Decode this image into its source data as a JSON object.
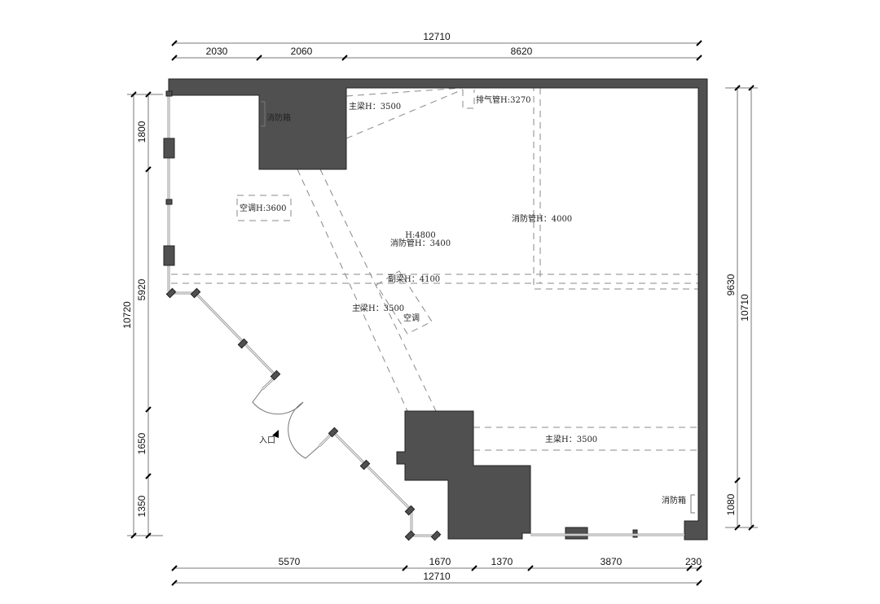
{
  "dimensions": {
    "top_total": "12710",
    "top_segments": [
      "2030",
      "2060",
      "8620"
    ],
    "bottom_segments": [
      "5570",
      "1670",
      "1370",
      "3870",
      "230"
    ],
    "bottom_total": "12710",
    "left_total": "10720",
    "left_segments": [
      "1800",
      "5920",
      "1650",
      "1350"
    ],
    "right_segments": [
      "9630",
      "1080"
    ],
    "right_total": "10710"
  },
  "labels": {
    "fire_box_top": "消防箱",
    "main_beam_top": "主梁H：3500",
    "exhaust_pipe": "排气管H:3270",
    "ac_h": "空调H:3600",
    "fire_pipe_right": "消防管H：4000",
    "height": "H:4800",
    "fire_pipe_center": "消防管H：3400",
    "secondary_beam": "副梁H：4100",
    "main_beam_diag": "主梁H：3500",
    "ac": "空调",
    "entrance": "入口",
    "main_beam_bottom": "主梁H：3500",
    "fire_box_bottom": "消防箱"
  }
}
